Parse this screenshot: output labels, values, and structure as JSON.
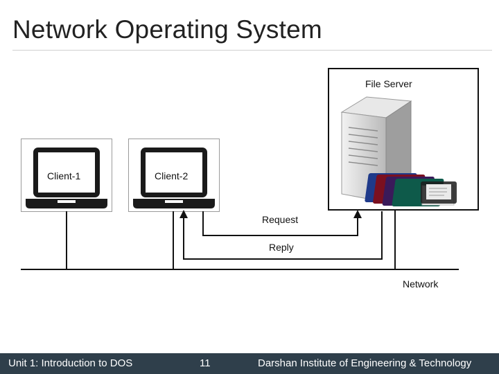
{
  "slide": {
    "title": "Network Operating System"
  },
  "diagram": {
    "clients": [
      {
        "label": "Client-1"
      },
      {
        "label": "Client-2"
      }
    ],
    "server": {
      "label": "File Server"
    },
    "messages": {
      "request": "Request",
      "reply": "Reply"
    },
    "network_label": "Network"
  },
  "footer": {
    "course": "Unit 1: Introduction to DOS",
    "page": "11",
    "institute": "Darshan Institute of Engineering & Technology"
  },
  "colors": {
    "footer_bg": "#2f3f4b",
    "line": "#111111"
  }
}
